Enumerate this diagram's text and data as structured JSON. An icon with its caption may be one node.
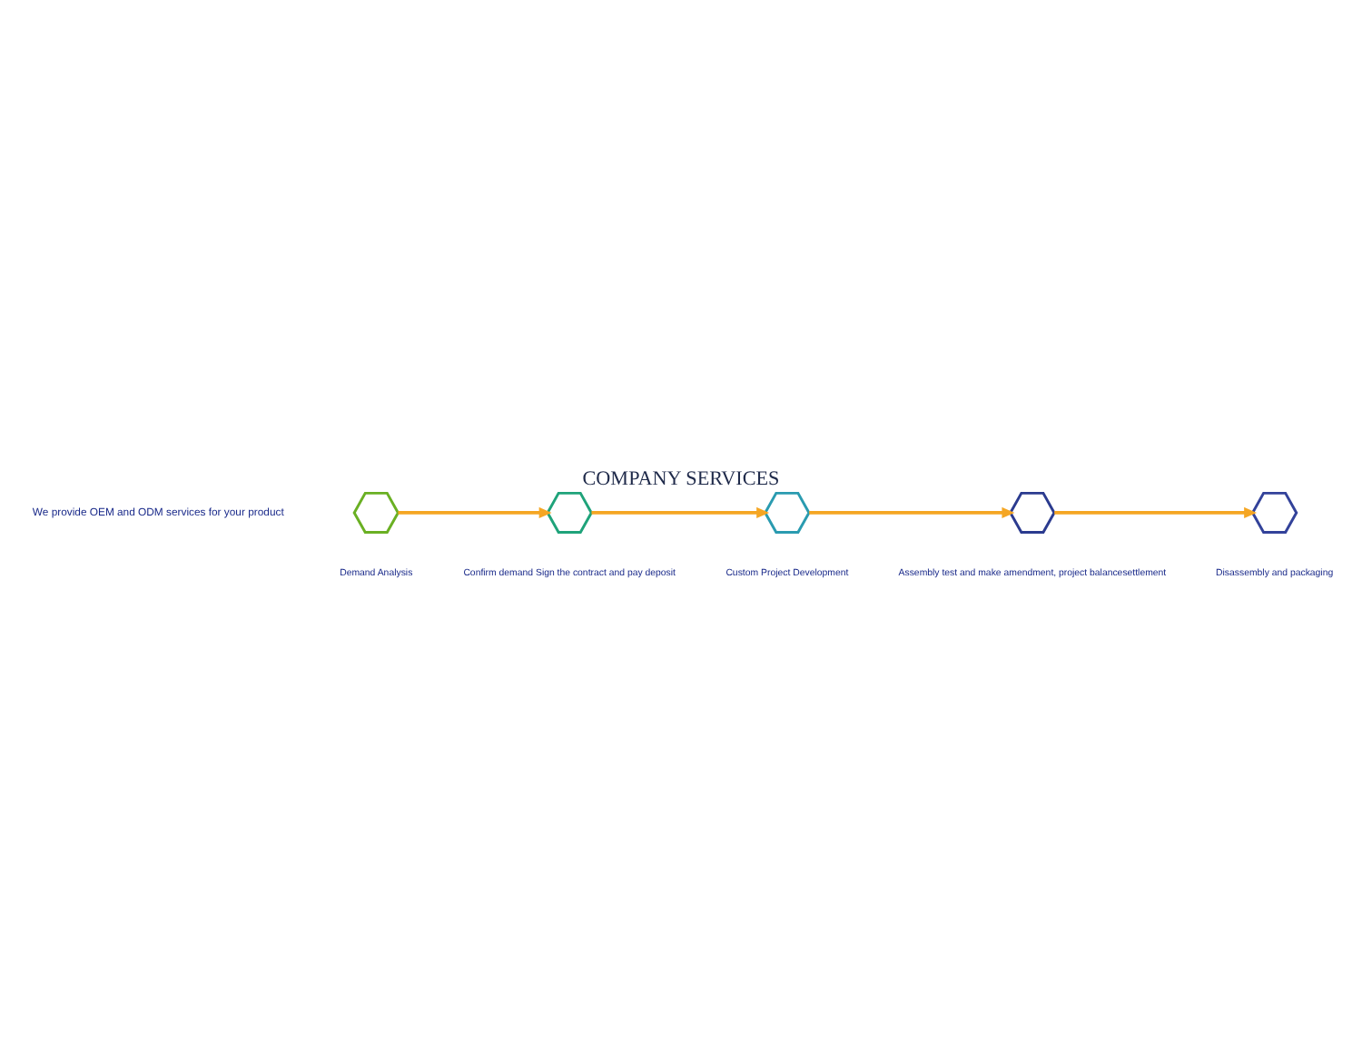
{
  "diagram": {
    "title": "COMPANY SERVICES",
    "nodes": [
      {
        "text": [],
        "shape": "hexagon",
        "beside": [
          "Demand Analysis"
        ]
      },
      {
        "text": [],
        "shape": "hexagon",
        "beside": [
          "Confirm demand Sign the contract and pay deposit"
        ]
      },
      {
        "text": [],
        "shape": "hexagon",
        "beside": [
          "Custom Project Development"
        ]
      },
      {
        "text": [],
        "shape": "hexagon",
        "beside": [
          "Assembly test and make amendment, project balancesettlement"
        ]
      },
      {
        "text": [],
        "shape": "hexagon",
        "beside": [
          "Disassembly and packaging"
        ]
      }
    ],
    "edges": [
      {
        "from": 0,
        "to": 1,
        "arrow": "to"
      },
      {
        "from": 1,
        "to": 2,
        "arrow": "to"
      },
      {
        "from": 2,
        "to": 3,
        "arrow": "to"
      },
      {
        "from": 3,
        "to": 4,
        "arrow": "to"
      }
    ],
    "labels": [
      "We provide OEM and ODM services for your product"
    ]
  }
}
